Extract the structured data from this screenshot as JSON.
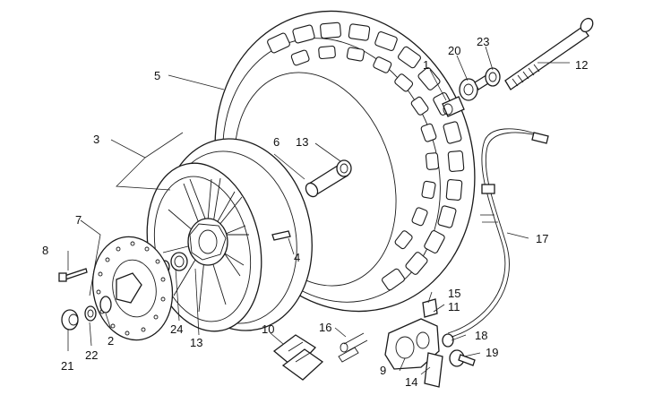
{
  "diagram": {
    "callouts": {
      "c1": "1",
      "c2": "2",
      "c3": "3",
      "c4": "4",
      "c5": "5",
      "c6": "6",
      "c7": "7",
      "c8": "8",
      "c9": "9",
      "c10": "10",
      "c11": "11",
      "c12": "12",
      "c13a": "13",
      "c13b": "13",
      "c14": "14",
      "c15": "15",
      "c16": "16",
      "c17": "17",
      "c18": "18",
      "c19": "19",
      "c20": "20",
      "c21": "21",
      "c22": "22",
      "c23": "23",
      "c24": "24"
    }
  }
}
